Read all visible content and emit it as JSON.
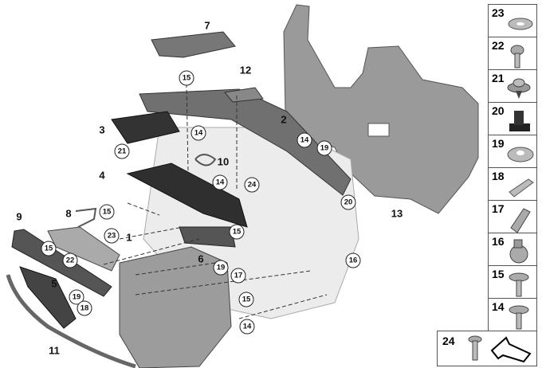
{
  "callouts": {
    "plain": [
      "7",
      "12",
      "2",
      "3",
      "10",
      "4",
      "13",
      "8",
      "9",
      "1",
      "6",
      "5",
      "11"
    ],
    "circled": [
      "15",
      "14",
      "21",
      "14",
      "19",
      "24",
      "14",
      "20",
      "15",
      "15",
      "23",
      "15",
      "22",
      "16",
      "19",
      "17",
      "19",
      "15",
      "18",
      "14"
    ]
  },
  "legend": {
    "items": [
      {
        "num": "23",
        "part": "washer"
      },
      {
        "num": "22",
        "part": "screw"
      },
      {
        "num": "21",
        "part": "expanding-rivet"
      },
      {
        "num": "20",
        "part": "clip-nut"
      },
      {
        "num": "19",
        "part": "lock-washer"
      },
      {
        "num": "18",
        "part": "clamp"
      },
      {
        "num": "17",
        "part": "spring-nut"
      },
      {
        "num": "16",
        "part": "clip"
      },
      {
        "num": "15",
        "part": "self-tapping-screw"
      },
      {
        "num": "14",
        "part": "self-tapping-screw"
      }
    ],
    "bottom": {
      "num": "24",
      "part": "screw"
    }
  },
  "colors": {
    "part": "#8c8c8c",
    "dark": "#3a3a3a",
    "light": "#e6e6e6"
  }
}
